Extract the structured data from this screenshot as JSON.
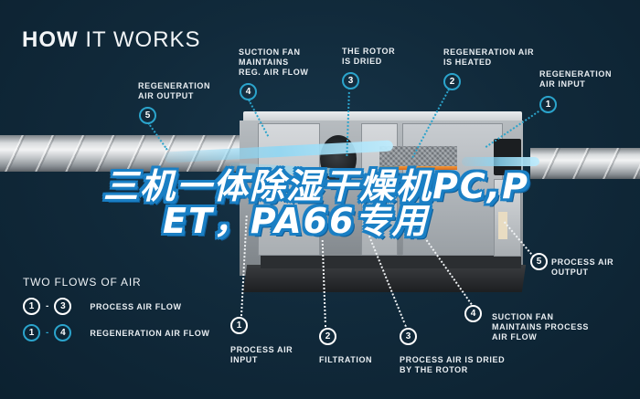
{
  "title": {
    "bold": "HOW",
    "rest": " IT WORKS"
  },
  "overlay_headline": {
    "line1": "三机一体除湿干燥机PC,P",
    "line2": "ET，PA66专用"
  },
  "colors": {
    "background": "#112a3b",
    "regeneration_accent": "#2ba4cc",
    "process_accent": "#ffffff",
    "headline_outline": "#1a7fc4",
    "text": "#e9eef2"
  },
  "regeneration_callouts": [
    {
      "number": "1",
      "label_lines": [
        "REGENERATION",
        "AIR INPUT"
      ]
    },
    {
      "number": "2",
      "label_lines": [
        "REGENERATION AIR",
        "IS HEATED"
      ]
    },
    {
      "number": "3",
      "label_lines": [
        "THE ROTOR",
        "IS DRIED"
      ]
    },
    {
      "number": "4",
      "label_lines": [
        "SUCTION FAN",
        "MAINTAINS",
        "REG. AIR FLOW"
      ]
    },
    {
      "number": "5",
      "label_lines": [
        "REGENERATION",
        "AIR OUTPUT"
      ]
    }
  ],
  "process_callouts": [
    {
      "number": "1",
      "label_lines": [
        "PROCESS AIR",
        "INPUT"
      ]
    },
    {
      "number": "2",
      "label_lines": [
        "FILTRATION"
      ]
    },
    {
      "number": "3",
      "label_lines": [
        "PROCESS AIR IS DRIED",
        "BY THE ROTOR"
      ]
    },
    {
      "number": "4",
      "label_lines": [
        "SUCTION FAN",
        "MAINTAINS PROCESS",
        "AIR FLOW"
      ]
    },
    {
      "number": "5",
      "label_lines": [
        "PROCESS AIR",
        "OUTPUT"
      ]
    }
  ],
  "legend": {
    "title": "TWO FLOWS OF AIR",
    "items": [
      {
        "from": "1",
        "dash": "-",
        "to": "3",
        "label": "PROCESS AIR FLOW",
        "type": "process"
      },
      {
        "from": "1",
        "dash": "-",
        "to": "4",
        "label": "REGENERATION AIR FLOW",
        "type": "regeneration"
      }
    ]
  }
}
